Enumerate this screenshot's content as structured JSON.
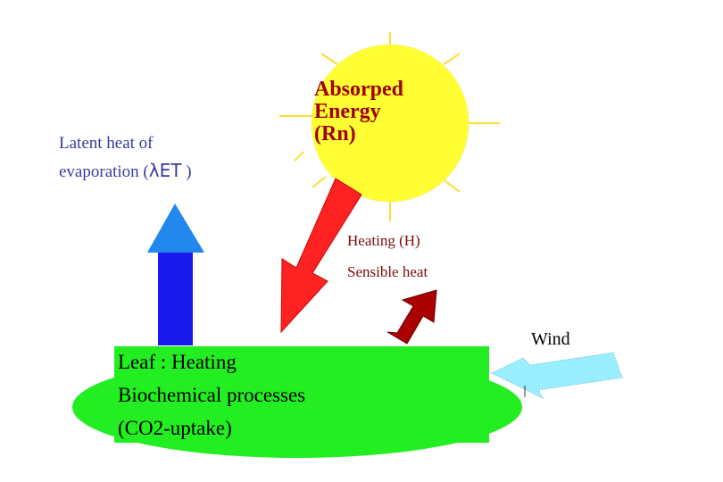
{
  "labels": {
    "latent_line1": "Latent heat of",
    "latent_line2_prefix": "evaporation (",
    "latent_symbol": "λET",
    "latent_line2_suffix": " )",
    "absorbed_line1": "Absorped",
    "absorbed_line2": "Energy",
    "absorbed_line3": "(Rn)",
    "heating": "Heating (H)",
    "sensible": "Sensible heat",
    "wind": "Wind",
    "leaf_line1": "Leaf : Heating",
    "leaf_line2": "Biochemical processes",
    "leaf_line3": "(CO2-uptake)"
  },
  "colors": {
    "sun": "#ffff33",
    "sun_rays": "#ffdd33",
    "leaf": "#22ee22",
    "latent_arrow_shaft": "#1a1aee",
    "latent_arrow_head": "#2288ee",
    "radiation_arrow": "#ff2222",
    "sensible_arrow": "#aa0000",
    "wind_arrow": "#99eeff",
    "latent_text": "#3a3aa0",
    "absorbed_text": "#a00000",
    "heating_text": "#7a0a0a"
  }
}
